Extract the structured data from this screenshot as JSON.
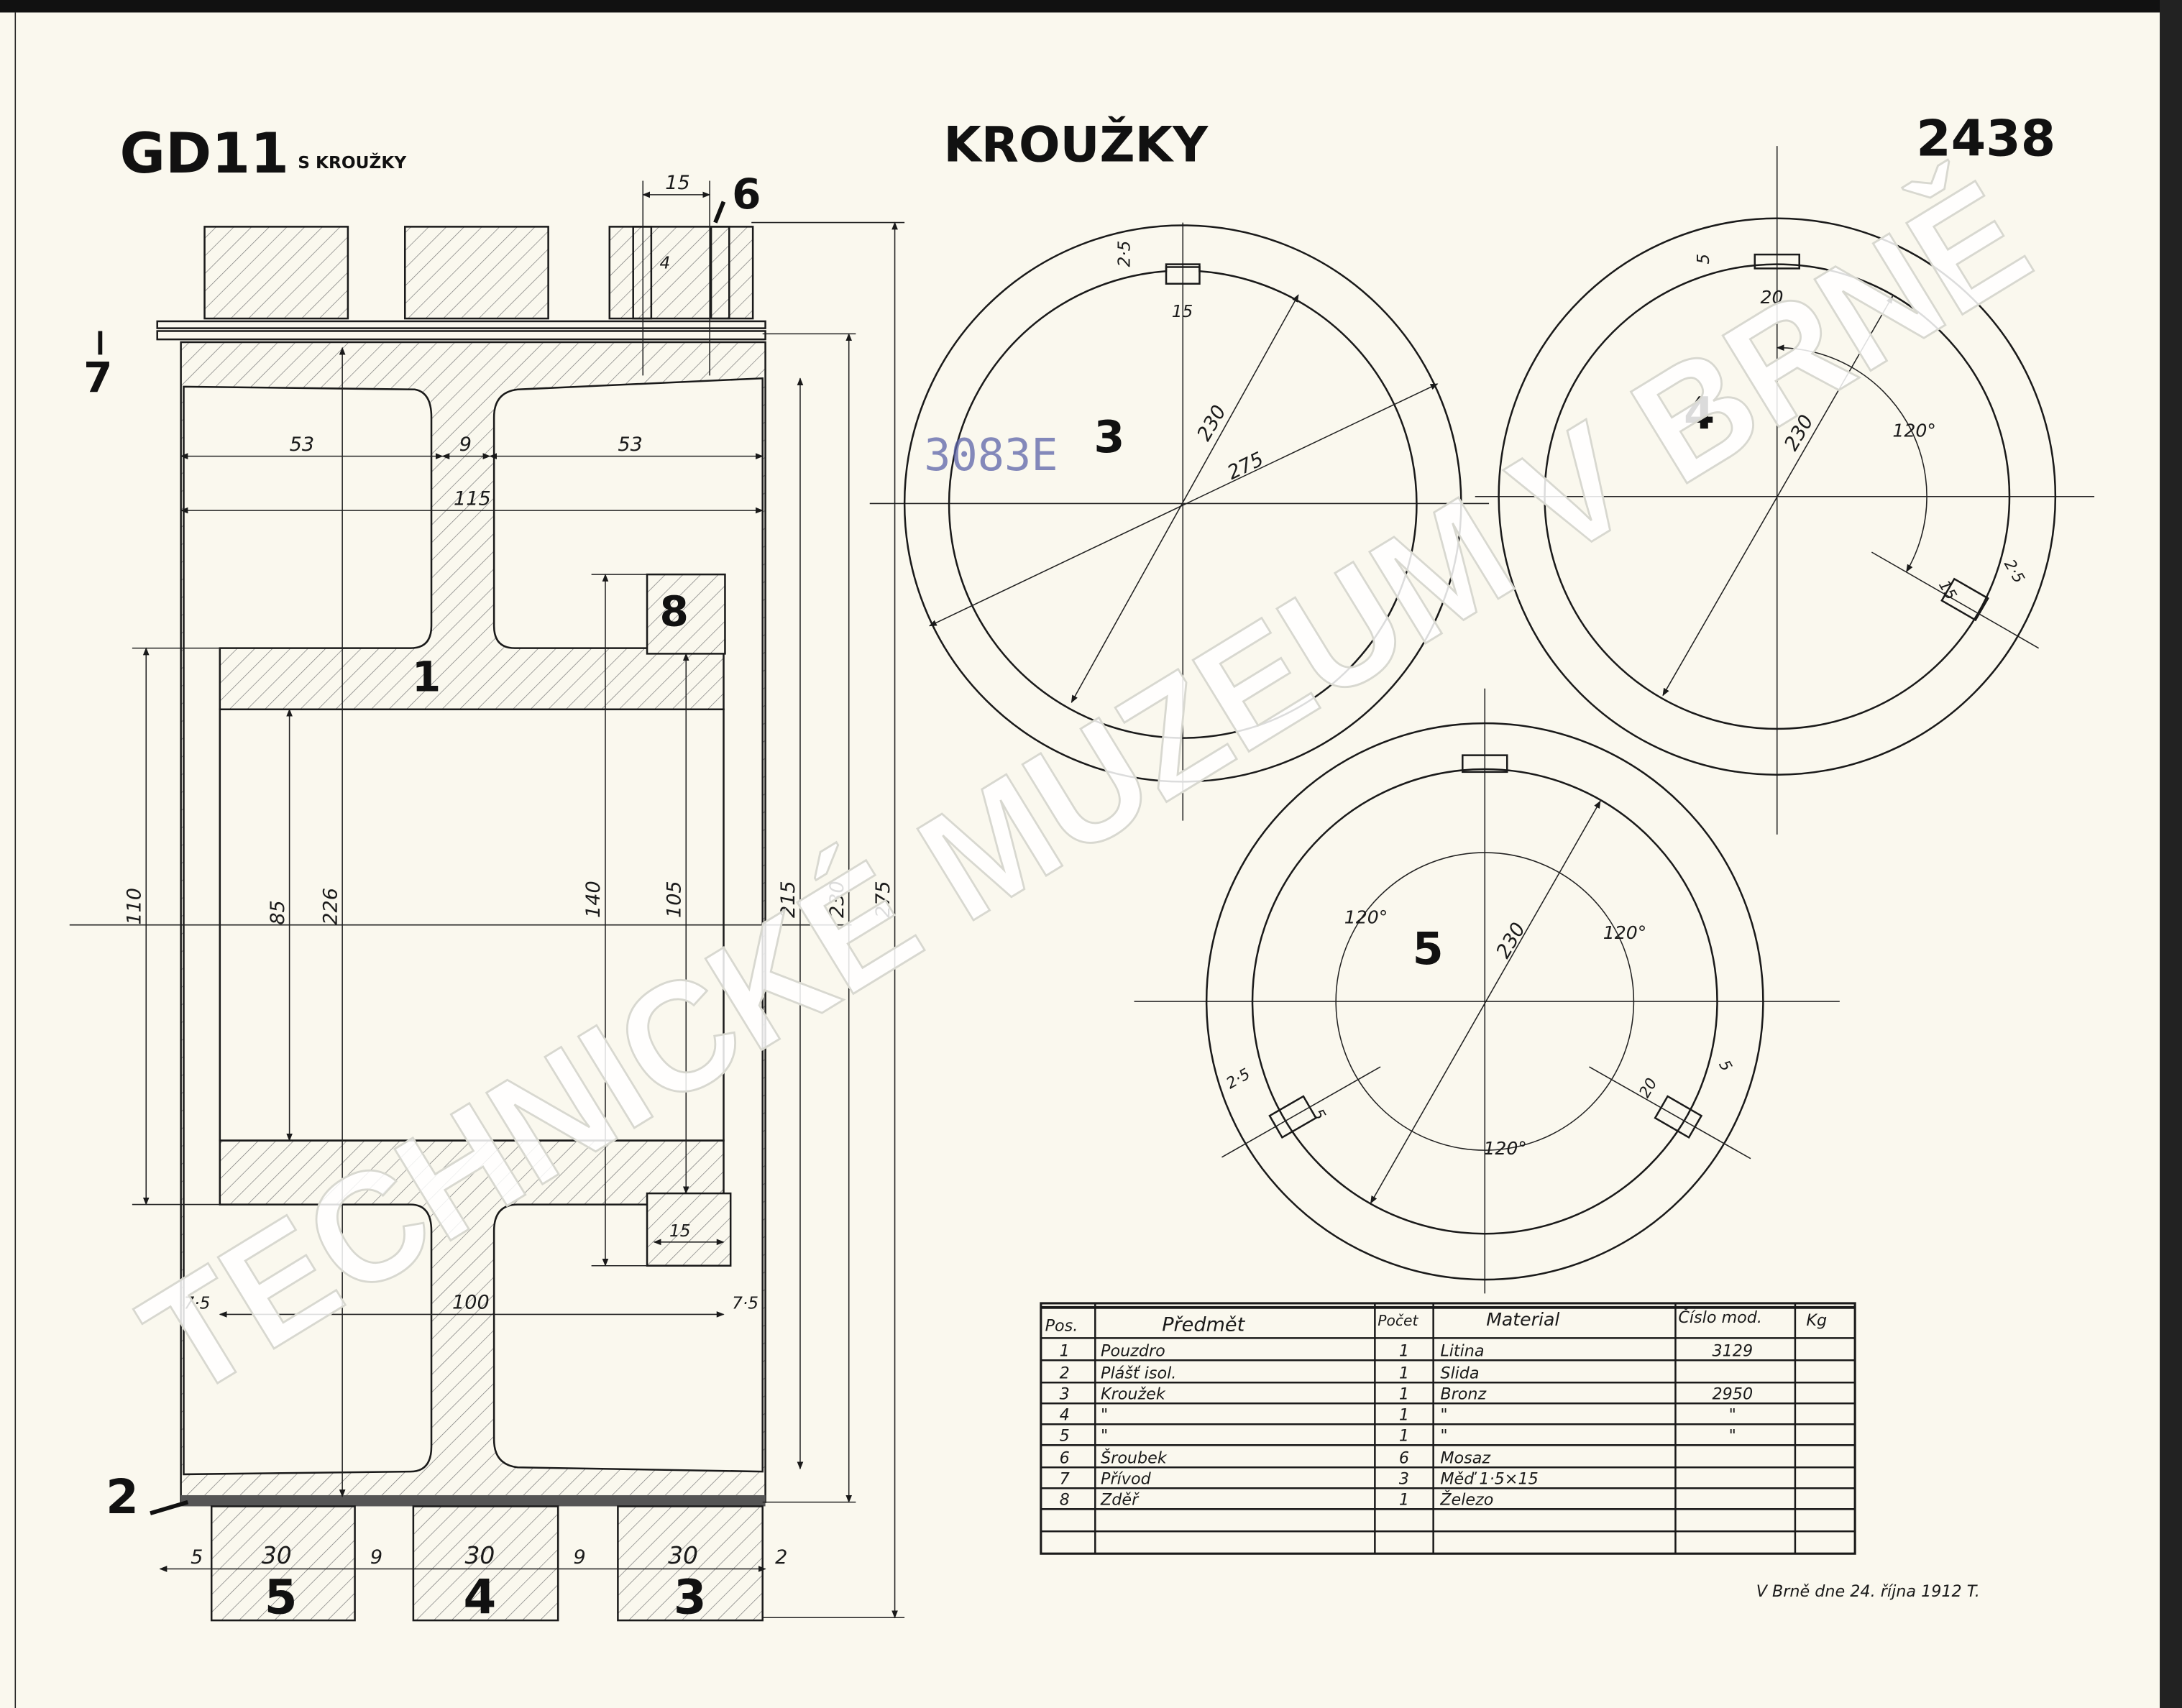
{
  "header": {
    "model": "GD11",
    "model_suffix": "S KROUŽKY",
    "title": "KROUŽKY",
    "drawing_number": "2438"
  },
  "section_view": {
    "part_labels": [
      "1",
      "2",
      "5",
      "4",
      "3",
      "6",
      "7",
      "8"
    ],
    "dimensions": {
      "top_block_width": "15",
      "screw_width": "4",
      "left_chamber": "53",
      "web": "9",
      "right_chamber": "53",
      "overall_width": "115",
      "hub_height": "110",
      "bore": "85",
      "inner": "226",
      "slot_outer": "140",
      "slot_inner": "105",
      "d215": "215",
      "d230": "230",
      "d275": "275",
      "slot_width": "15",
      "lower_inner": "100",
      "left_step": "7·5",
      "right_step": "7·5",
      "bottom": [
        "5",
        "30",
        "9",
        "30",
        "9",
        "30",
        "2"
      ]
    }
  },
  "ring_views": [
    {
      "label": "3",
      "dims": [
        "2·5",
        "15",
        "230",
        "275"
      ],
      "stamp": "3083E"
    },
    {
      "label": "4",
      "dims": [
        "5",
        "20",
        "230",
        "120°",
        "15",
        "2·5"
      ]
    },
    {
      "label": "5",
      "dims": [
        "230",
        "120°",
        "120°",
        "120°",
        "2·5",
        "5",
        "20",
        "5"
      ]
    }
  ],
  "parts_table": {
    "headers": [
      "Pos.",
      "Předmět",
      "Počet",
      "Material",
      "Číslo mod.",
      "Kg"
    ],
    "rows": [
      [
        "1",
        "Pouzdro",
        "1",
        "Litina",
        "3129",
        ""
      ],
      [
        "2",
        "Plášť isol.",
        "1",
        "Slida",
        "",
        ""
      ],
      [
        "3",
        "Kroužek",
        "1",
        "Bronz",
        "2950",
        ""
      ],
      [
        "4",
        "\"",
        "1",
        "\"",
        "\"",
        ""
      ],
      [
        "5",
        "\"",
        "1",
        "\"",
        "\"",
        ""
      ],
      [
        "6",
        "Šroubek",
        "6",
        "Mosaz",
        "",
        ""
      ],
      [
        "7",
        "Přívod",
        "3",
        "Měď 1·5×15",
        "",
        ""
      ],
      [
        "8",
        "Zděř",
        "1",
        "Železo",
        "",
        ""
      ]
    ]
  },
  "footer": {
    "signature": "V Brně dne 24. října 1912 T."
  },
  "watermark": "TECHNICKÉ MUZEUM V BRNĚ",
  "colors": {
    "paper": "#faf8ee",
    "ink": "#1a1a1a",
    "stamp": "#5b63a8"
  }
}
